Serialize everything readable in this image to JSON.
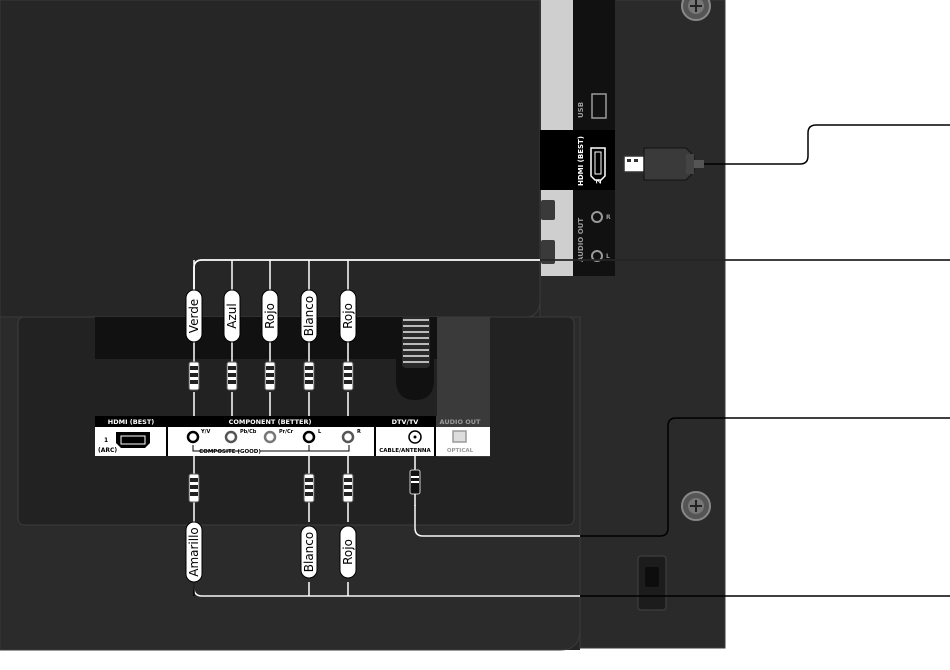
{
  "colors": {
    "panel": "#262626",
    "panel_edge": "#383838",
    "label_bg": "#000000",
    "line": "#ffffff",
    "callout": "#000000",
    "white": "#ffffff",
    "gray": "#9a9a9a"
  },
  "side_panel": {
    "usb_label": "USB",
    "hdmi_label": "HDMI (BEST)",
    "hdmi_number": "2",
    "audio_out_label": "AUDIO OUT",
    "audio_r": "R",
    "audio_l": "L"
  },
  "bottom_panel": {
    "hdmi_header": "HDMI (BEST)",
    "hdmi_number": "1",
    "hdmi_arc": "(ARC)",
    "component_header": "COMPONENT (BETTER)",
    "port_y": "Y/V",
    "port_pb": "Pb/Cb",
    "port_pr": "Pr/Cr",
    "port_l": "L",
    "port_r": "R",
    "composite_label": "COMPOSITE (GOOD)",
    "dtv_header": "DTV/TV",
    "dtv_sub": "CABLE/ANTENNA",
    "audio_out_header": "AUDIO OUT",
    "optical_label": "OPTICAL"
  },
  "cables_top": [
    "Verde",
    "Azul",
    "Rojo",
    "Blanco",
    "Rojo"
  ],
  "cables_bottom": [
    "Amarillo",
    "Blanco",
    "Rojo"
  ],
  "icons": [
    "hdmi-plug-icon",
    "rca-plug-icon",
    "coax-plug-icon",
    "screw-icon",
    "lock-slot-icon"
  ]
}
